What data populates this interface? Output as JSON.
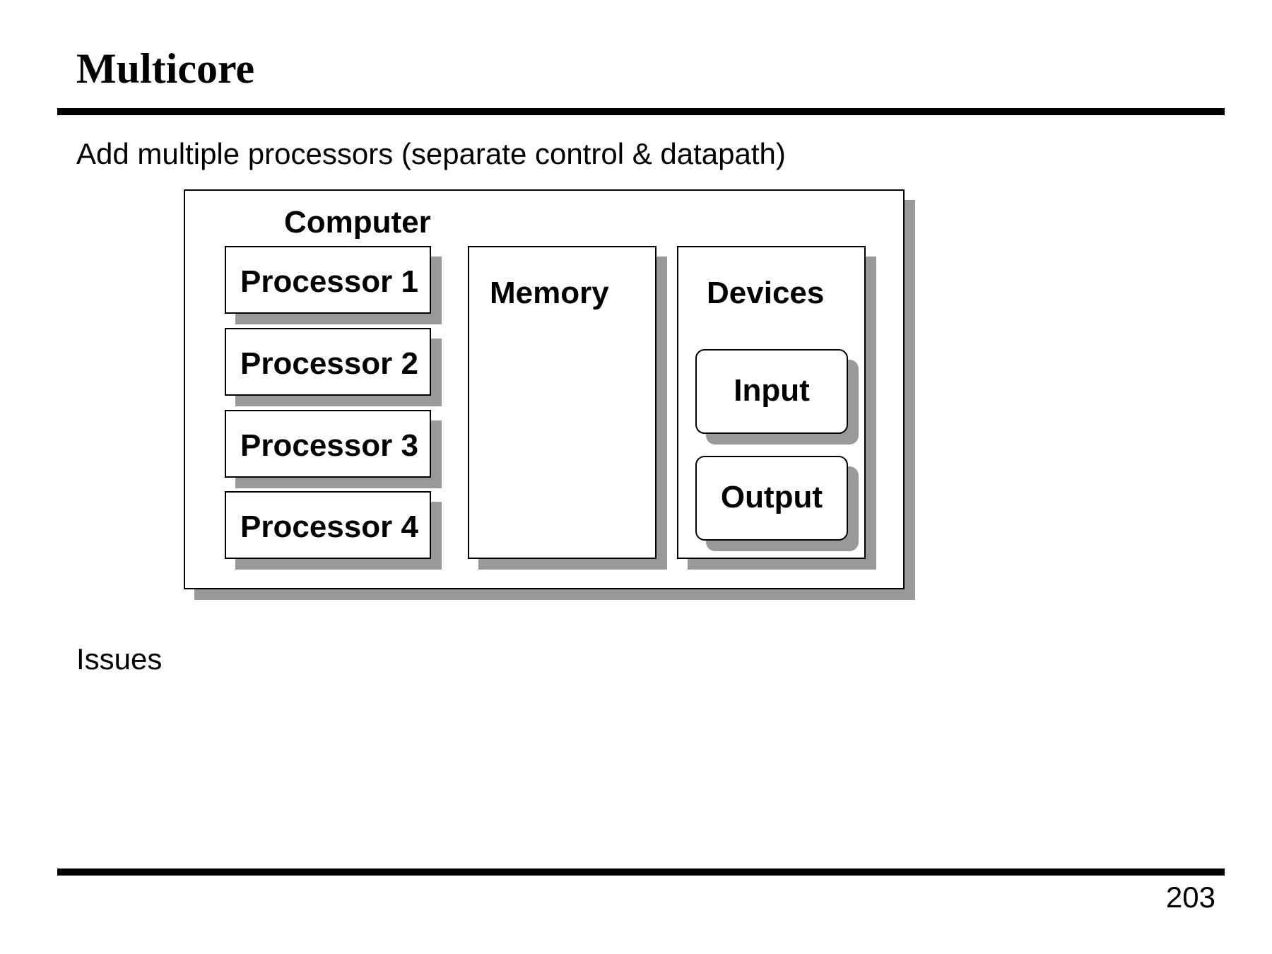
{
  "slide": {
    "title": "Multicore",
    "intro": "Add multiple processors (separate control & datapath)",
    "issues_label": "Issues",
    "page_number": "203"
  },
  "diagram": {
    "computer_label": "Computer",
    "processors": [
      "Processor 1",
      "Processor 2",
      "Processor 3",
      "Processor 4"
    ],
    "memory_label": "Memory",
    "devices": {
      "label": "Devices",
      "input_label": "Input",
      "output_label": "Output"
    }
  },
  "colors": {
    "box_fill": "#ffffff",
    "box_border": "#000000",
    "drop_shadow": "#999999"
  }
}
